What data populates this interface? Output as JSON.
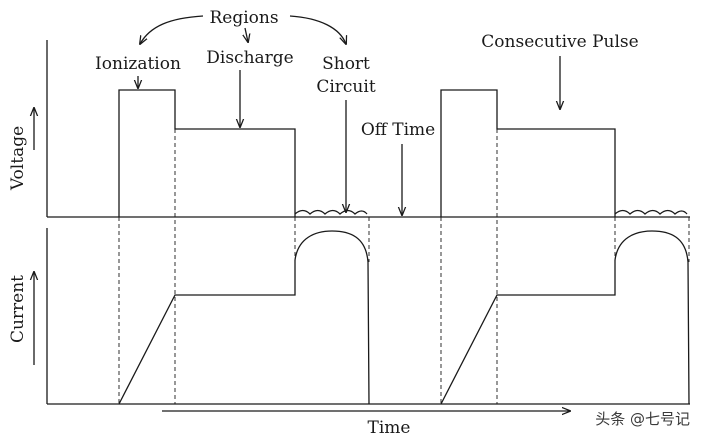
{
  "labels": {
    "regions": "Regions",
    "ionization": "Ionization",
    "discharge": "Discharge",
    "short_circuit_line1": "Short",
    "short_circuit_line2": "Circuit",
    "consecutive_pulse": "Consecutive Pulse",
    "off_time": "Off Time",
    "voltage": "Voltage",
    "current": "Current",
    "time": "Time"
  },
  "watermark": "头条 @七号记",
  "colors": {
    "line": "#1a1a1a",
    "background": "#ffffff"
  }
}
